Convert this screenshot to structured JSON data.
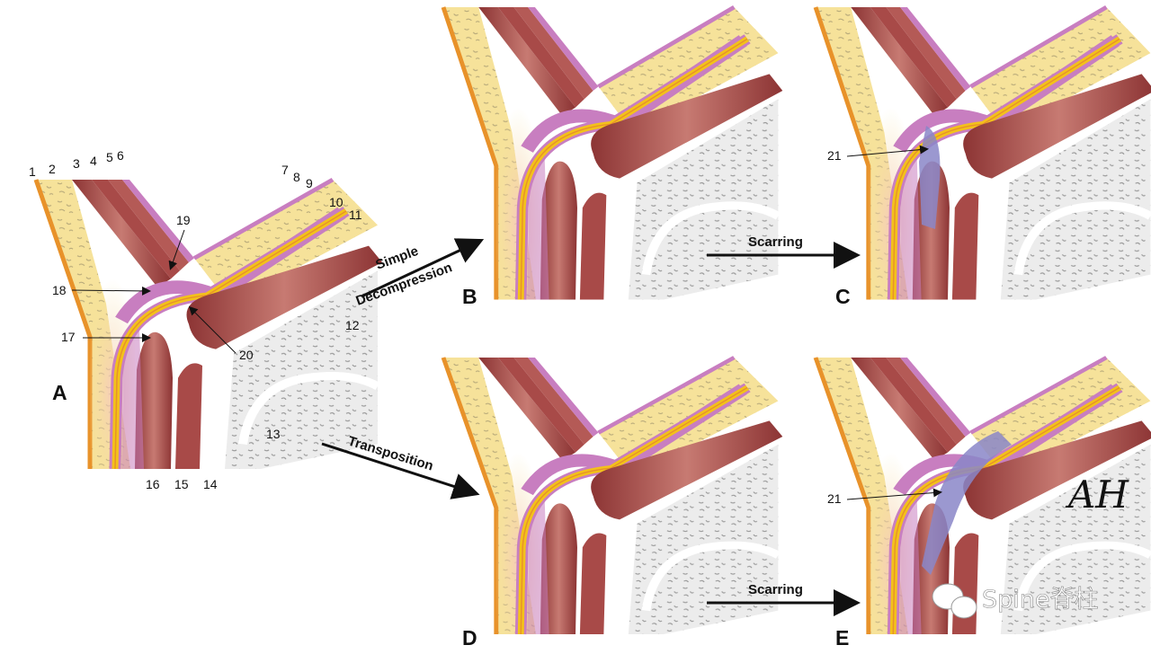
{
  "panels": [
    {
      "letter": "A"
    },
    {
      "letter": "B"
    },
    {
      "letter": "C"
    },
    {
      "letter": "D"
    },
    {
      "letter": "E"
    }
  ],
  "callouts": [
    "1",
    "2",
    "3",
    "4",
    "5",
    "6",
    "7",
    "8",
    "9",
    "10",
    "11",
    "12",
    "13",
    "14",
    "15",
    "16",
    "17",
    "18",
    "19",
    "20",
    "21",
    "21"
  ],
  "arrows": {
    "simple_line1": "Simple",
    "simple_line2": "Decompression",
    "transposition": "Transposition",
    "scarring_top": "Scarring",
    "scarring_bottom": "Scarring"
  },
  "signature": "AH",
  "watermark": "Spine脊柱",
  "colors": {
    "bone_fill": "#f6e29a",
    "cortex": "#e8922a",
    "nerve": "#f3c21a",
    "sheath": "#c87ec0",
    "muscle": "#a84a48",
    "bone_grey": "#e8e8e8",
    "scar": "#8a86c8"
  }
}
